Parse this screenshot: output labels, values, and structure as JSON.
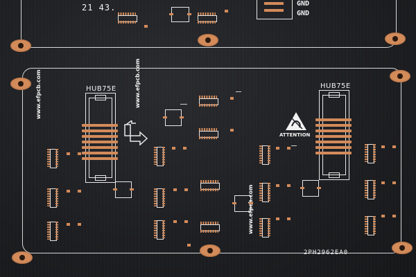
{
  "text": {
    "time": "21 43.",
    "gnd_1": "GND",
    "gnd_2": "GND",
    "hub_left": "HUB75E",
    "hub_right": "HUB75E",
    "url_left": "www.efpcb.com",
    "url_mid": "www.efpcb.com",
    "url_right": "www.efpcb.com",
    "attention": "ATTENTION",
    "board_code": "2PH2962EA0"
  },
  "colors": {
    "solder_mask": "#1d1e21",
    "copper": "#d38b5a",
    "silkscreen": "#f2f2f2"
  },
  "icons": {
    "esd": "esd-attention-icon",
    "arrow": "corner-arrow-icon"
  }
}
